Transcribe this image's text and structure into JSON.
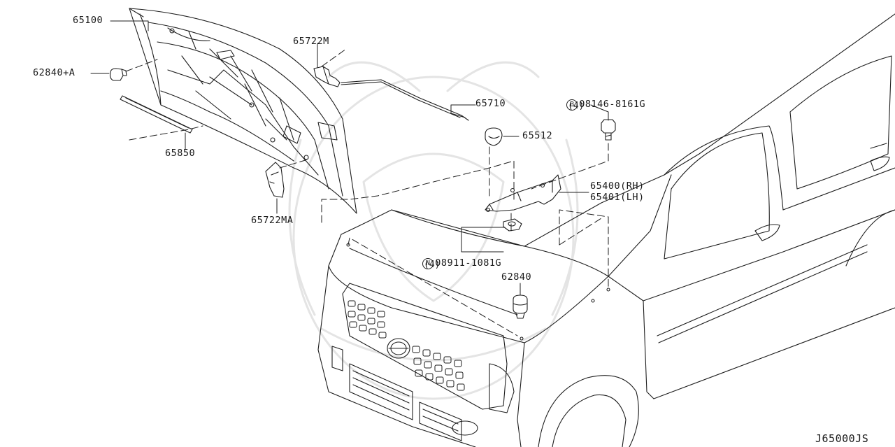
{
  "diagram": {
    "code": "J65000JS",
    "parts": [
      {
        "id": "hood",
        "number": "65100"
      },
      {
        "id": "bumper-rubber-a",
        "number": "62840+A"
      },
      {
        "id": "seal",
        "number": "65850"
      },
      {
        "id": "hood-stay-clip",
        "number": "65722M"
      },
      {
        "id": "hood-stay-holder",
        "number": "65722MA"
      },
      {
        "id": "hood-stay",
        "number": "65710"
      },
      {
        "id": "grommet",
        "number": "65512"
      },
      {
        "id": "bolt",
        "number": "08146-8161G",
        "badge": "B",
        "qty": "(4)"
      },
      {
        "id": "hinge-rh",
        "number": "65400(RH)"
      },
      {
        "id": "hinge-lh",
        "number": "65401(LH)"
      },
      {
        "id": "nut",
        "number": "08911-1081G",
        "badge": "N",
        "qty": "(4)"
      },
      {
        "id": "bumper-rubber",
        "number": "62840"
      }
    ]
  }
}
